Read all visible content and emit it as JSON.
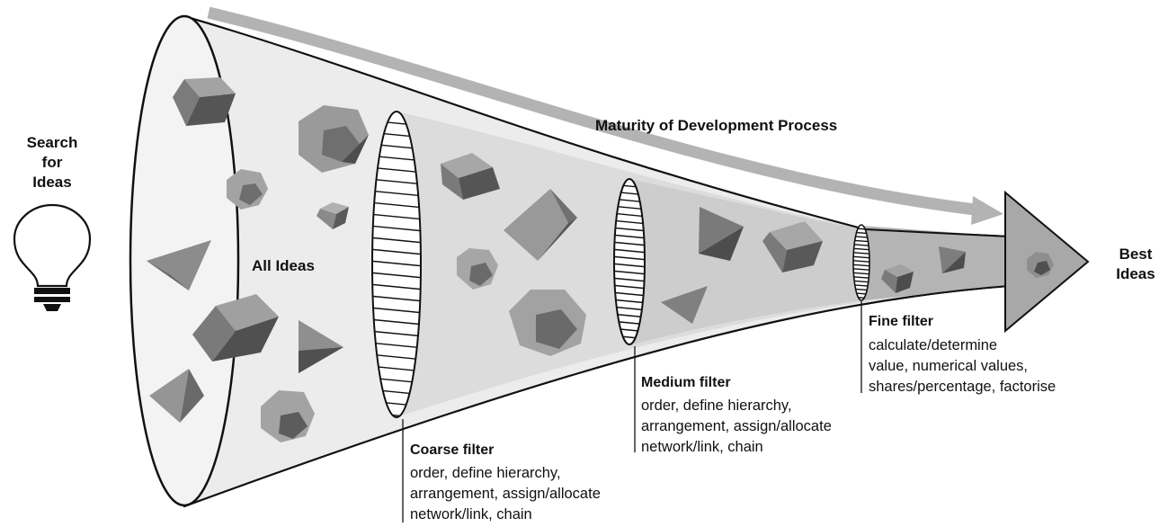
{
  "search_label": [
    "Search",
    "for",
    "Ideas"
  ],
  "all_ideas_label": "All Ideas",
  "process_arrow_label": "Maturity of Development Process",
  "best_ideas_label": [
    "Best",
    "Ideas"
  ],
  "filters": {
    "coarse": {
      "title": "Coarse filter",
      "lines": [
        "order, define hierarchy,",
        "arrangement, assign/allocate",
        "network/link, chain"
      ]
    },
    "medium": {
      "title": "Medium filter",
      "lines": [
        "order, define hierarchy,",
        "arrangement, assign/allocate",
        "network/link, chain"
      ]
    },
    "fine": {
      "title": "Fine filter",
      "lines": [
        "calculate/determine",
        "value, numerical values,",
        "shares/percentage, factorise"
      ]
    }
  },
  "colors": {
    "funnel_stage_1": "#ececec",
    "funnel_stage_2": "#dcdcdc",
    "funnel_stage_3": "#cdcdcd",
    "funnel_stage_4": "#b4b4b4",
    "arrow_head": "#a8a8a8",
    "process_arrow": "#b3b3b3",
    "shape_dark": "#555555",
    "shape_mid": "#7b7b7b",
    "shape_light": "#a3a3a3"
  }
}
